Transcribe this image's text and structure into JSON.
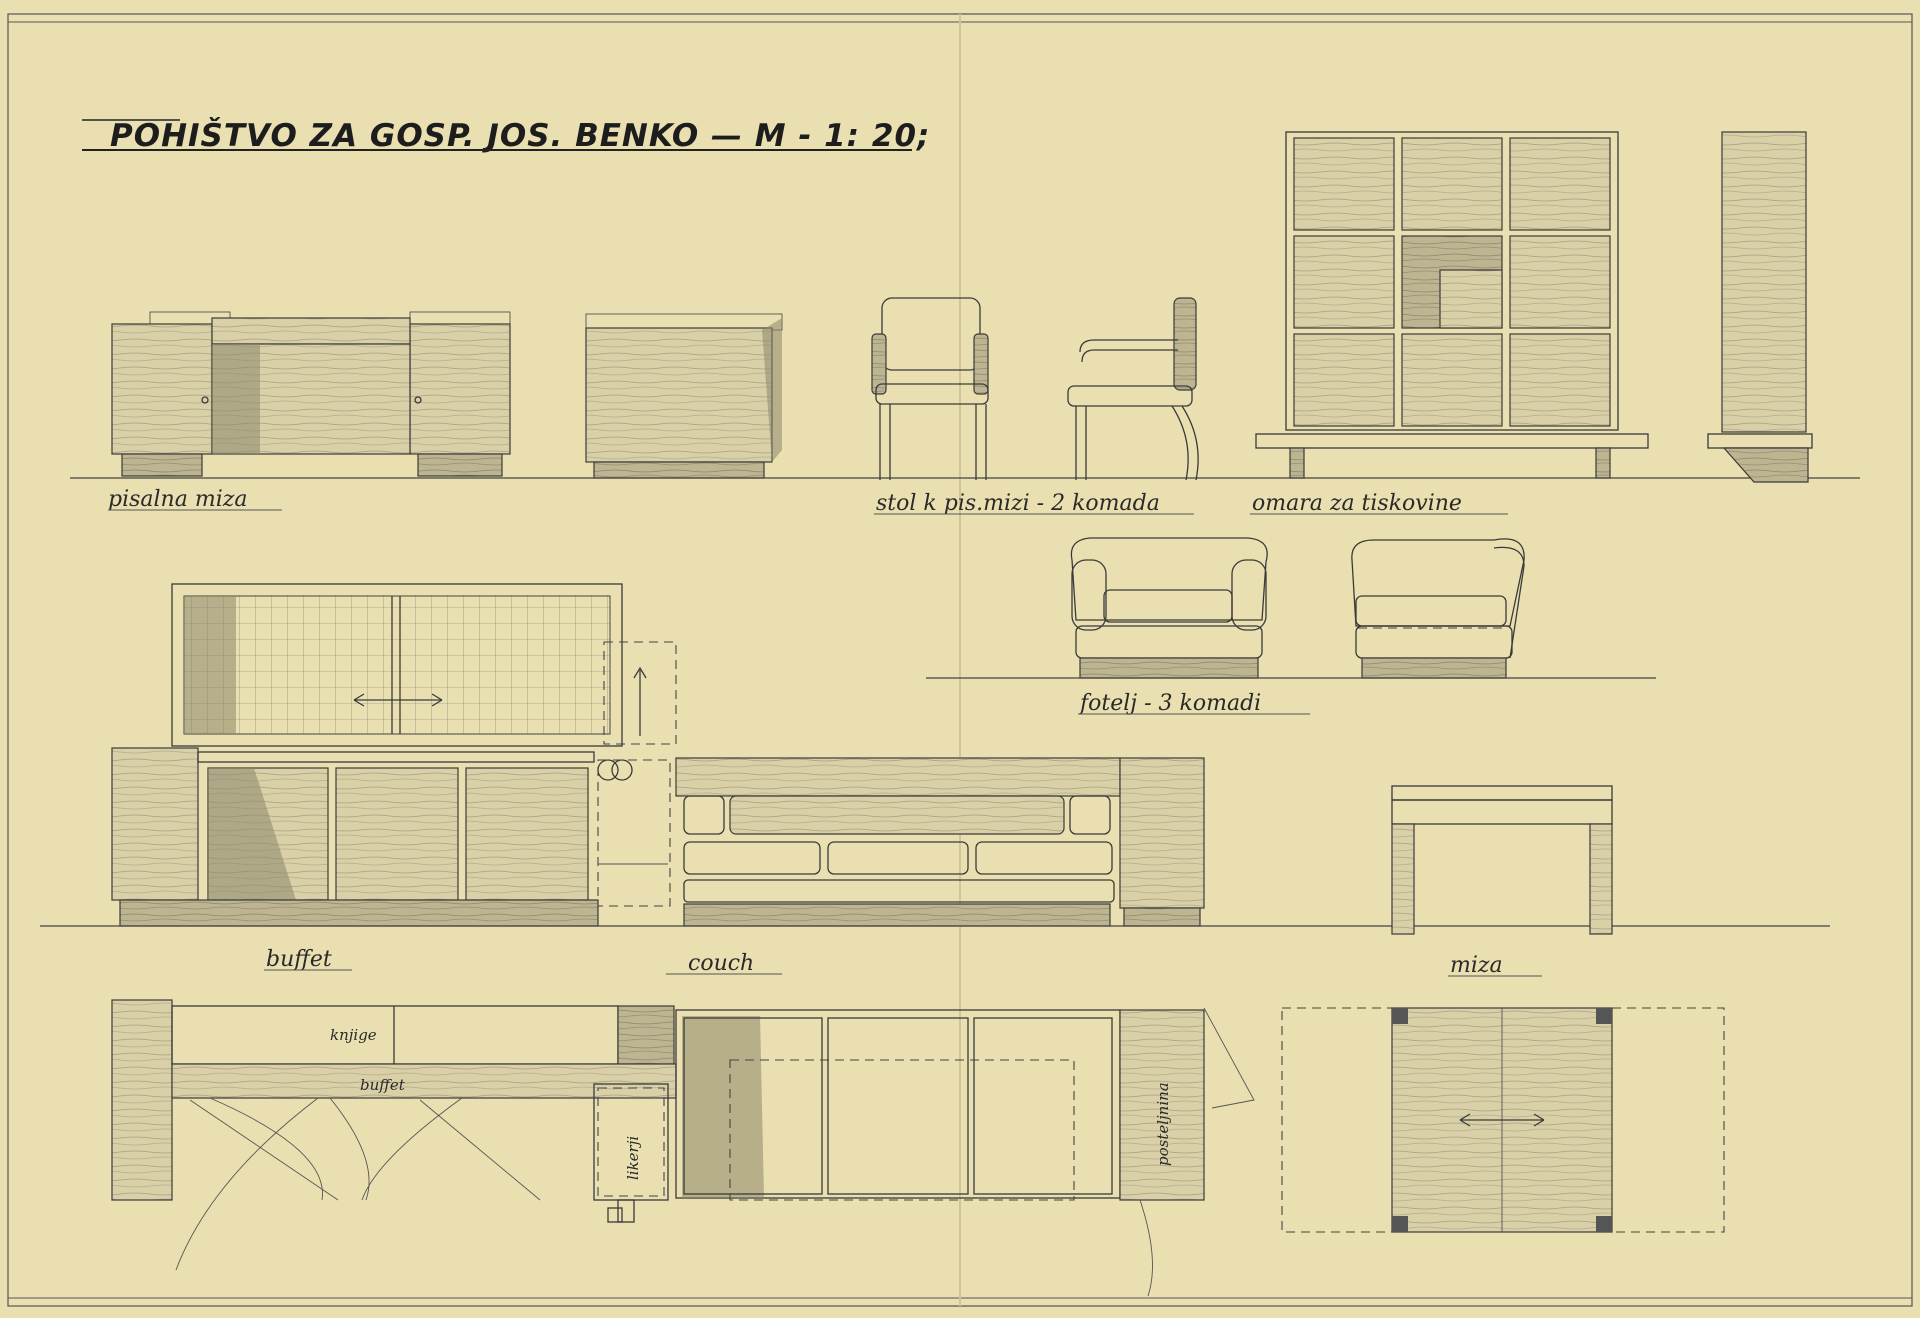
{
  "drawing": {
    "title": "POHIŠTVO ZA GOSP. JOS. BENKO — M - 1: 20;"
  },
  "labels": {
    "desk": "pisalna miza",
    "chairs": "stol k pis.mizi - 2 komada",
    "cabinet": "omara za tiskovine",
    "armchairs": "fotelj - 3 komadi",
    "buffet": "buffet",
    "couch": "couch",
    "table": "miza"
  },
  "plan_notes": {
    "books": "knjige",
    "buffet": "buffet",
    "liquors": "likerji",
    "bedding": "posteljnina"
  },
  "colors": {
    "paper": "#e9dfb0",
    "ink": "#2a2a2a",
    "wood": "#d8cfa6"
  }
}
